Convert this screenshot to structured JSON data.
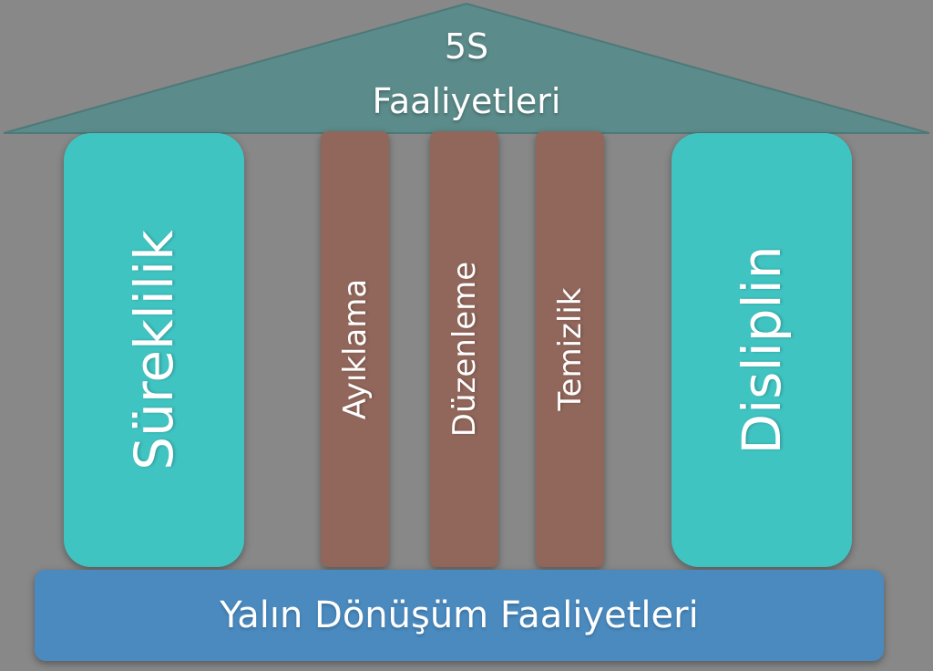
{
  "roof": {
    "line1": "5S",
    "line2": "Faaliyetleri",
    "color": "#5b8b8a"
  },
  "pillars": [
    {
      "label": "Süreklilik",
      "color": "#40c4c2"
    },
    {
      "label": "Ayıklama",
      "color": "#92675b"
    },
    {
      "label": "Düzenleme",
      "color": "#92675b"
    },
    {
      "label": "Temizlik",
      "color": "#92675b"
    },
    {
      "label": "Disliplin",
      "color": "#40c4c2"
    }
  ],
  "base": {
    "label": "Yalın Dönüşüm Faaliyetleri",
    "color": "#4a8abf"
  },
  "background_color": "#888888"
}
